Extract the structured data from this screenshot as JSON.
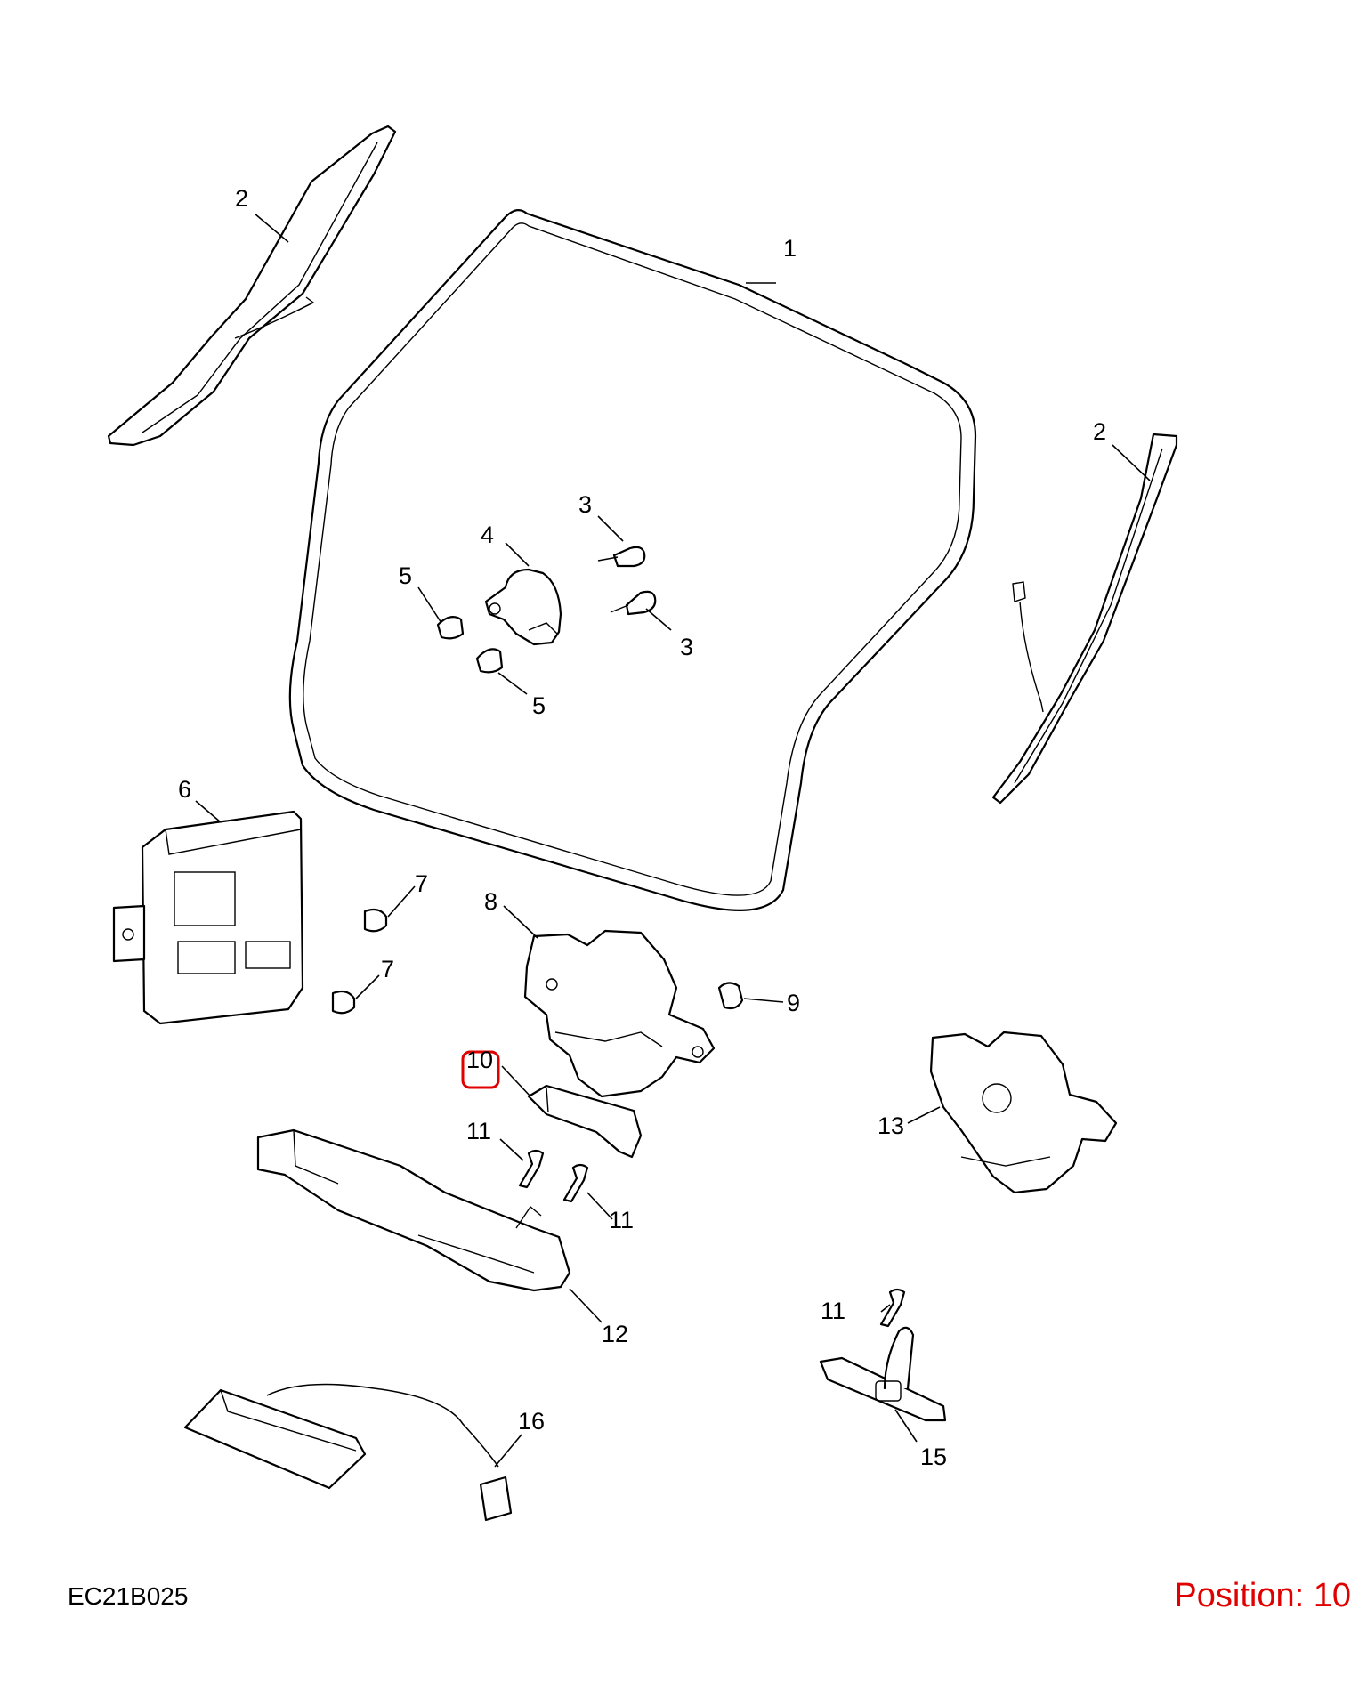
{
  "diagram": {
    "drawing_code": "EC21B025",
    "position_label": "Position: 10",
    "highlight_color": "#e00000",
    "callouts": {
      "c1": "1",
      "c2a": "2",
      "c2b": "2",
      "c3a": "3",
      "c3b": "3",
      "c4": "4",
      "c5a": "5",
      "c5b": "5",
      "c6": "6",
      "c7a": "7",
      "c7b": "7",
      "c8": "8",
      "c9": "9",
      "c10": "10",
      "c11a": "11",
      "c11b": "11",
      "c11c": "11",
      "c12": "12",
      "c13": "13",
      "c15": "15",
      "c16": "16"
    }
  }
}
